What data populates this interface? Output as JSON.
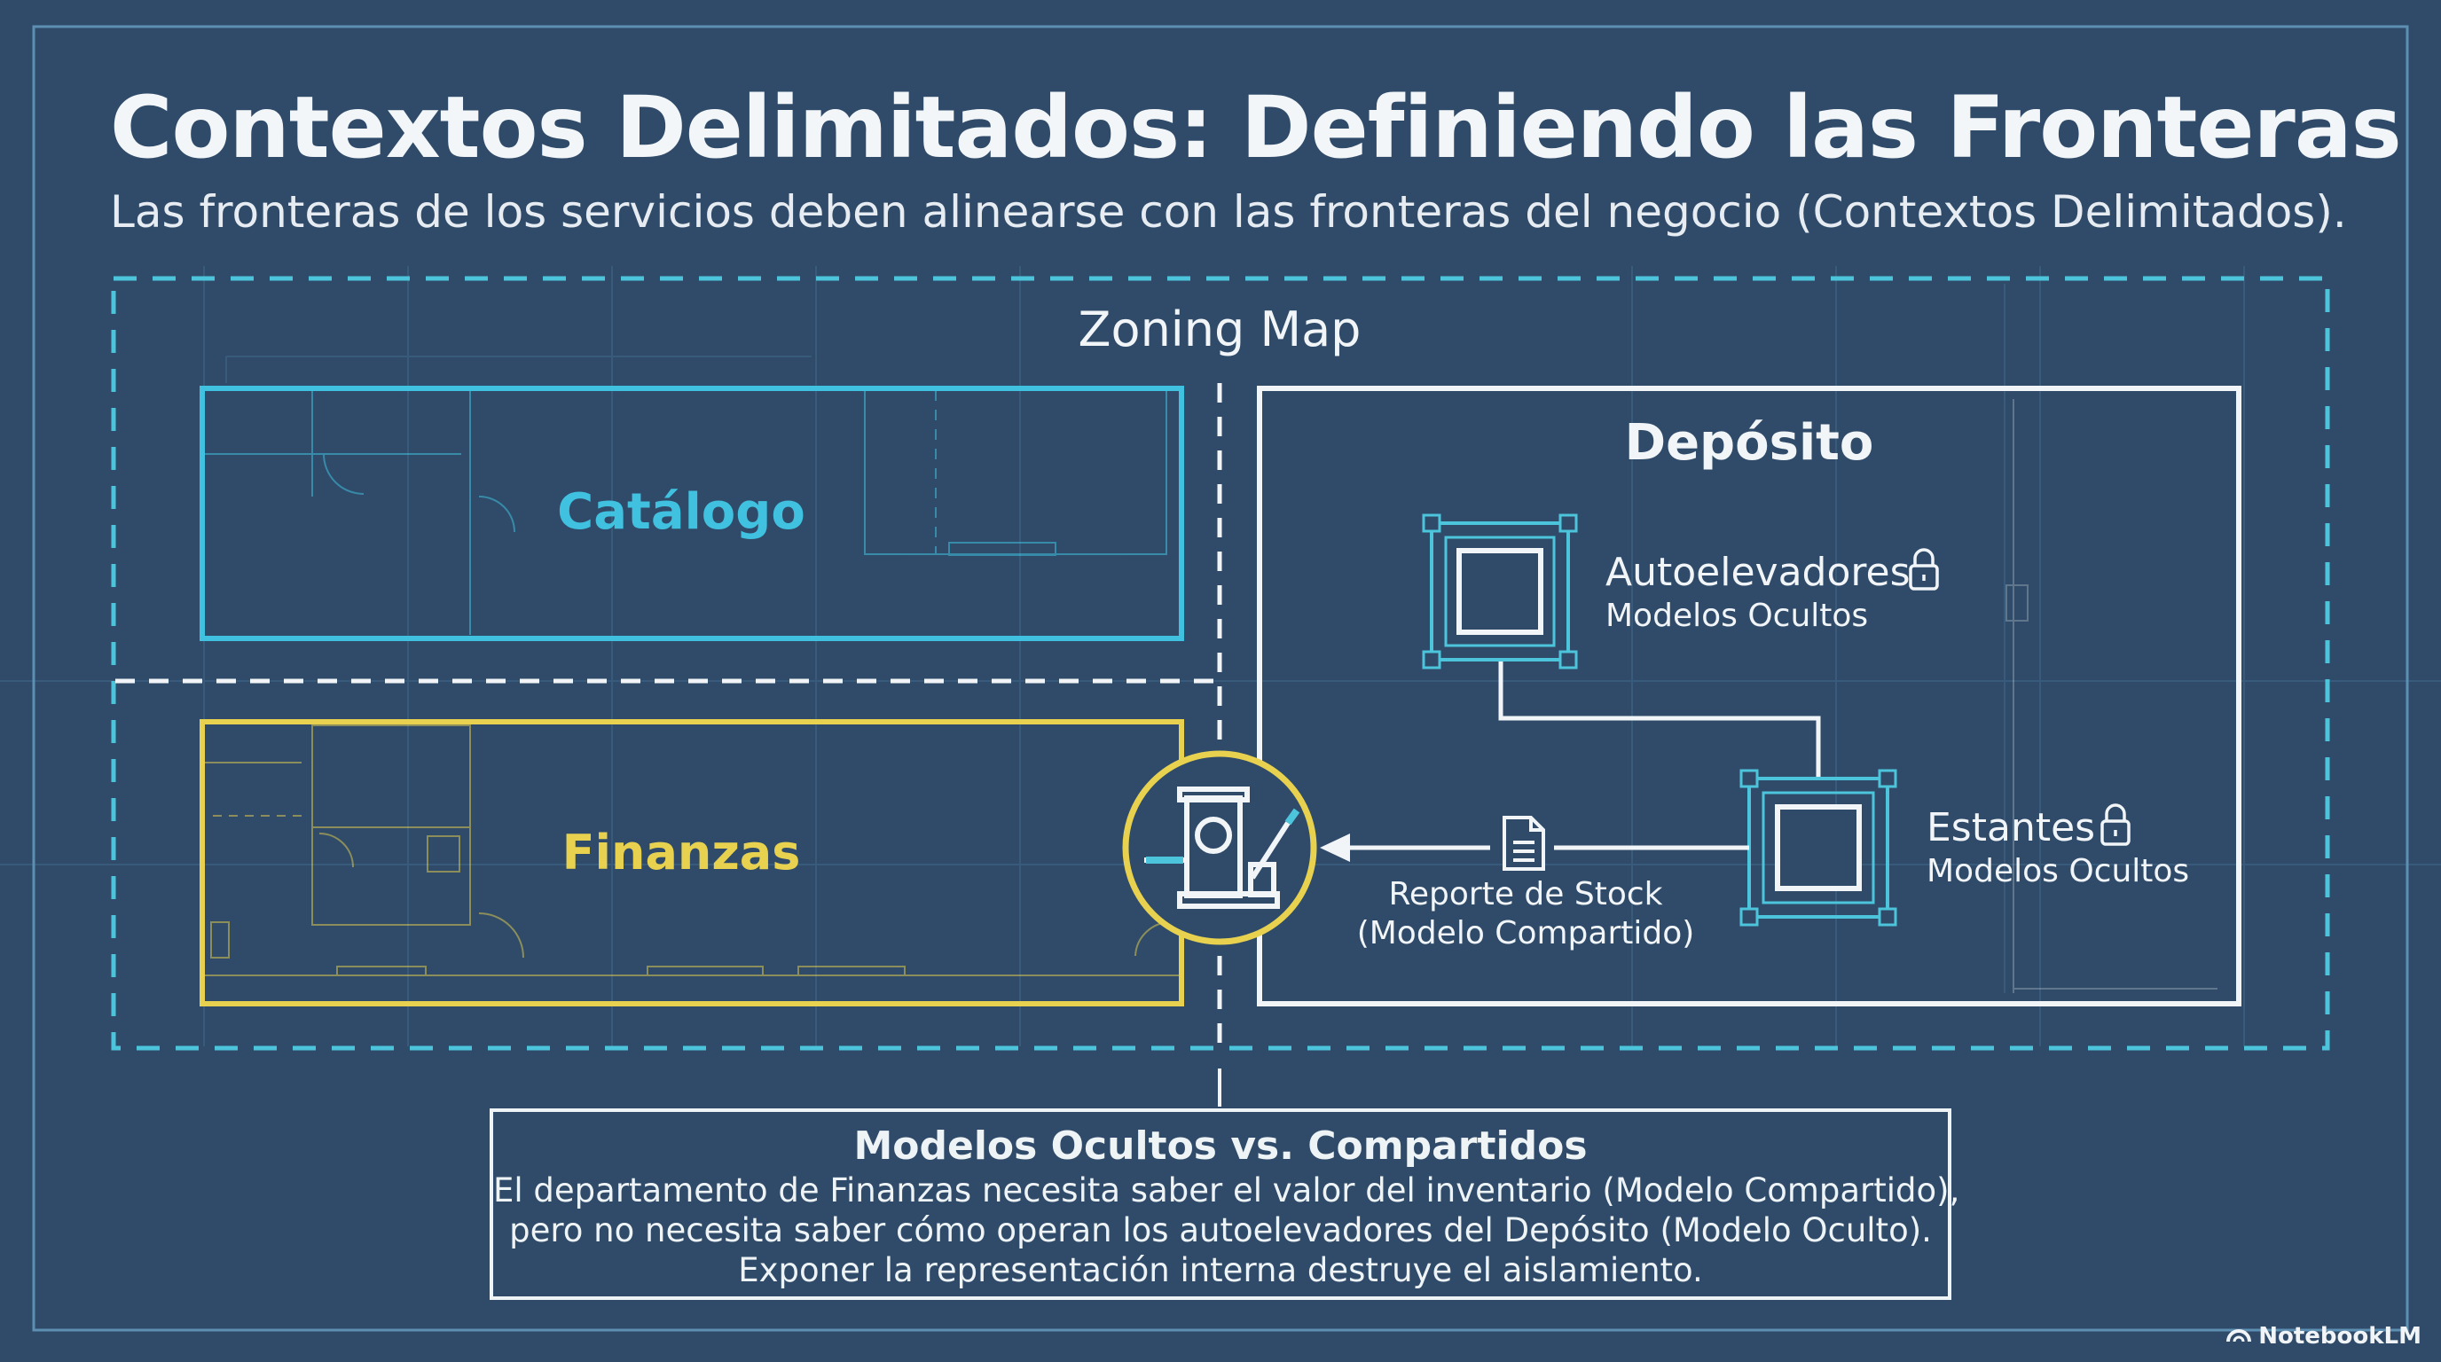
{
  "header": {
    "title": "Contextos Delimitados: Definiendo las Fronteras",
    "subtitle": "Las fronteras de los servicios deben alinearse con las fronteras del negocio (Contextos Delimitados)."
  },
  "map": {
    "title": "Zoning Map",
    "catalog_label": "Catálogo",
    "finance_label": "Finanzas",
    "warehouse_label": "Depósito",
    "forklifts": {
      "name": "Autoelevadores",
      "sub": "Modelos Ocultos"
    },
    "shelves": {
      "name": "Estantes",
      "sub": "Modelos Ocultos"
    },
    "report": {
      "line1": "Reporte de Stock",
      "line2": "(Modelo Compartido)"
    }
  },
  "summary": {
    "heading": "Modelos Ocultos vs. Compartidos",
    "line1": "El departamento de Finanzas necesita saber el valor del inventario (Modelo Compartido),",
    "line2": "pero no necesita saber cómo operan los autoelevadores del Depósito (Modelo Oculto).",
    "line3": "Exponer la representación interna destruye el aislamiento."
  },
  "brand": {
    "name": "NotebookLM"
  },
  "colors": {
    "background": "#2f4b69",
    "catalog": "#3fc1df",
    "finance": "#e7d14f",
    "dashed_boundary": "#4cc4dc",
    "white": "#f1f5f8"
  },
  "icons": [
    "lock-icon",
    "document-icon",
    "gatekeeper-icon",
    "notebooklm-logo-icon"
  ]
}
